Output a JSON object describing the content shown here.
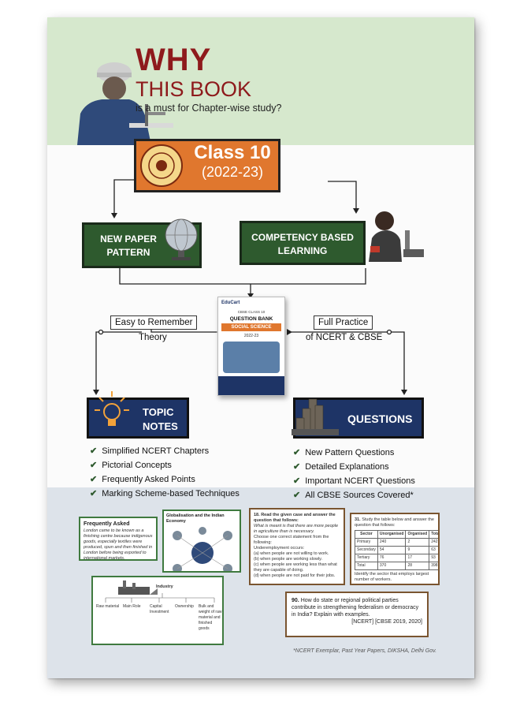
{
  "header": {
    "title_line1": "WHY",
    "title_line2": "THIS BOOK",
    "subtitle": "is a must for Chapter-wise study?"
  },
  "class_box": {
    "title": "Class 10",
    "year": "(2022-23)"
  },
  "features": {
    "left": "NEW PAPER PATTERN",
    "right": "COMPETENCY BASED LEARNING"
  },
  "book": {
    "brand": "EduCart",
    "series": "CBSE CLASS 10",
    "title": "QUESTION BANK",
    "subject": "SOCIAL SCIENCE",
    "year": "2022-23"
  },
  "left_branch": {
    "label_top": "Easy to Remember",
    "label_bottom": "Theory",
    "box_line1": "TOPIC",
    "box_line2": "NOTES",
    "items": [
      "Simplified NCERT Chapters",
      "Pictorial Concepts",
      "Frequently Asked Points",
      "Marking Scheme-based Techniques"
    ]
  },
  "right_branch": {
    "label_top": "Full Practice",
    "label_bottom": "of NCERT & CBSE",
    "box": "QUESTIONS",
    "items": [
      "New Pattern Questions",
      "Detailed Explanations",
      "Important NCERT Questions",
      "All CBSE Sources Covered*"
    ]
  },
  "samples": {
    "faq_title": "Frequently Asked",
    "faq_text": "London came to be known as a finishing centre because indigenous goods, especially textiles were produced, spun and then finished in London before being exported to international markets.",
    "globalization_title": "Globalisation and the Indian Economy",
    "industry_title": "Industry",
    "industry_cols": [
      "Raw material",
      "Main Role",
      "Capital Investment",
      "Ownership",
      "Bulk and weight of raw material and finished goods"
    ],
    "case_no": "18.",
    "case_intro": "Read the given case and answer the question that follows:",
    "case_quote": "What is meant is that there are more people in agriculture than is necessary.",
    "case_prompt": "Choose one correct statement from the following:",
    "case_sub": "Underemployment occurs:",
    "case_options": [
      "(a) when people are not willing to work.",
      "(b) when people are working slowly.",
      "(c) when people are working less than what they are capable of doing.",
      "(d) when people are not paid for their jobs."
    ],
    "table_no": "31.",
    "table_intro": "Study the table below and answer the question that follows:",
    "table_headers": [
      "Sector",
      "Unorganised",
      "Organised",
      "Total"
    ],
    "table_rows": [
      [
        "Primary",
        "240",
        "2",
        "242"
      ],
      [
        "Secondary",
        "54",
        "9",
        "63"
      ],
      [
        "Tertiary",
        "76",
        "17",
        "93"
      ],
      [
        "Total",
        "370",
        "28",
        "398"
      ]
    ],
    "table_question": "Identify the sector that employs largest number of workers.",
    "q90_no": "90.",
    "q90_text": "How do state or regional political parties contribute in strengthening federalism or democracy in India? Explain with examples.",
    "q90_source": "[NCERT] [CBSE 2019, 2020]"
  },
  "footnote": "*NCERT Exemplar, Past Year Papers, DIKSHA, Delhi Gov.",
  "icons": [
    "student-photo",
    "globe-icon",
    "robot-kid-photo",
    "lightbulb-icon",
    "stack-icon",
    "seal-icon",
    "check-icon"
  ],
  "colors": {
    "title_red": "#8e1a1c",
    "orange": "#e0772e",
    "green": "#2e5a2e",
    "navy": "#1e3466",
    "top_band": "#d6e8cd",
    "bottom_band": "#dde3ea"
  }
}
